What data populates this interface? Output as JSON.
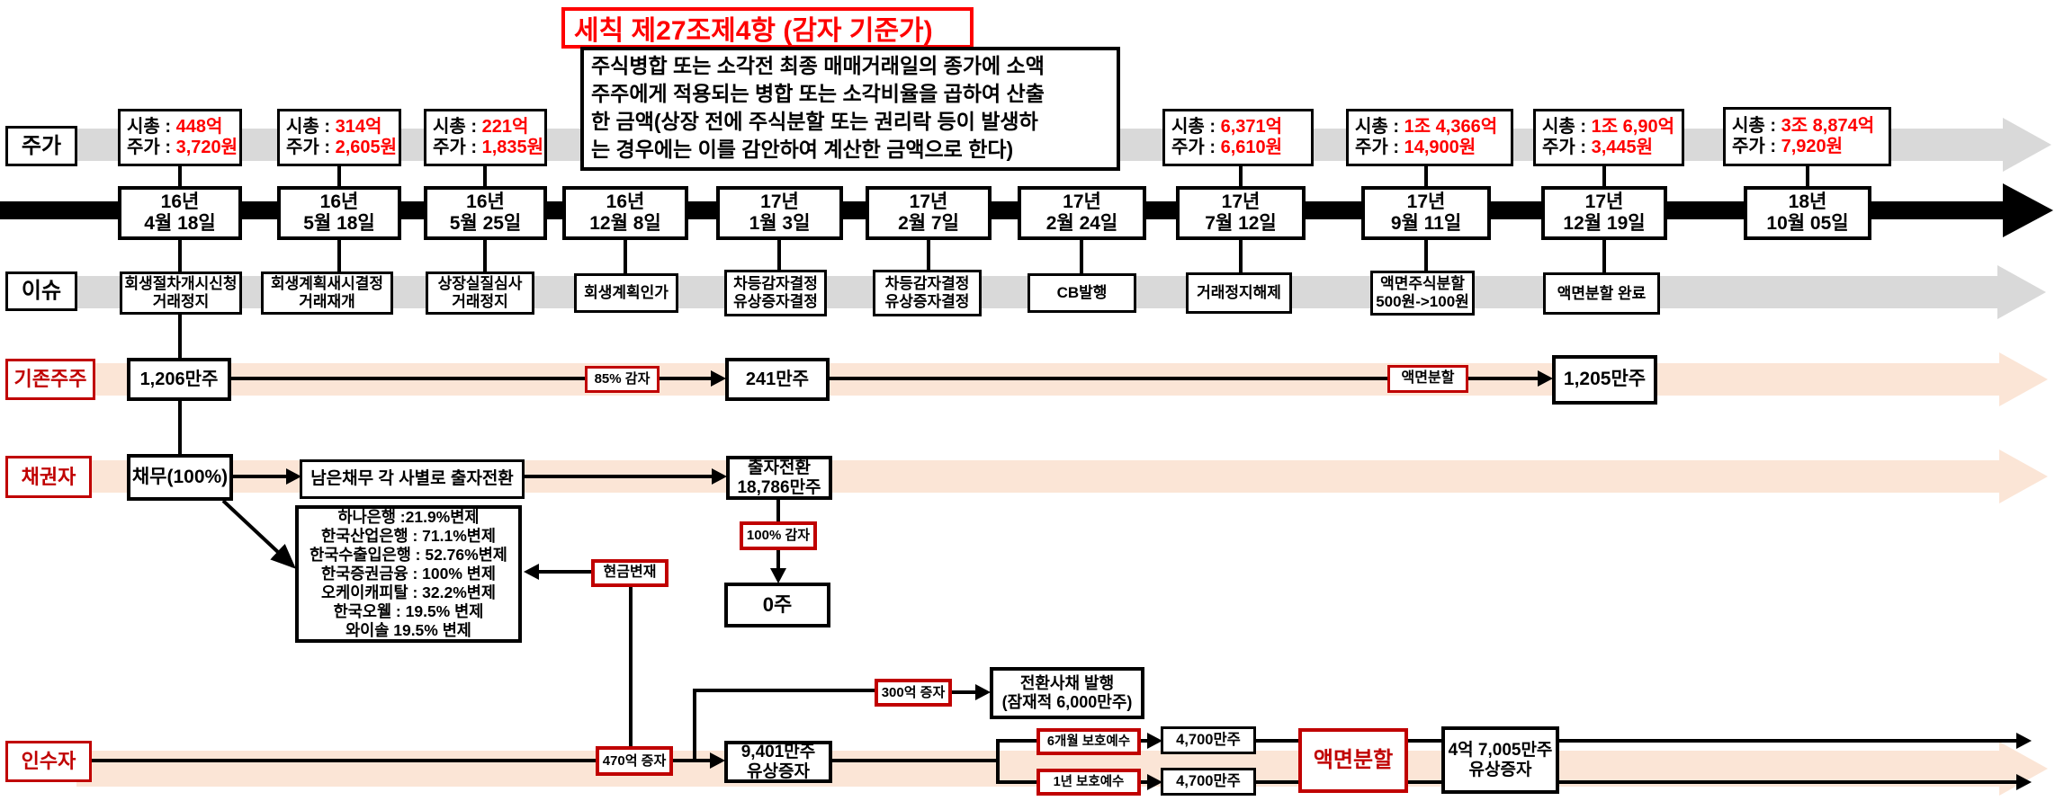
{
  "header": {
    "title": "세칙 제27조제4항 (감자 기준가)",
    "note_lines": [
      "주식병합 또는 소각전 최종 매매거래일의 종가에 소액",
      "주주에게 적용되는 병합 또는 소각비율을 곱하여 산출",
      "한 금액(상장 전에 주식분할 또는 권리락 등이 발생하",
      "는 경우에는 이를 감안하여 계산한 금액으로 한다)"
    ]
  },
  "row_labels": {
    "price": "주가",
    "issue": "이슈",
    "existing": "기존주주",
    "creditor": "채권자",
    "acquirer": "인수자"
  },
  "price_boxes": [
    {
      "mcap_label": "시총 : ",
      "mcap": "448억",
      "price_label": "주가 : ",
      "price": "3,720원"
    },
    {
      "mcap_label": "시총 : ",
      "mcap": "314억",
      "price_label": "주가 : ",
      "price": "2,605원"
    },
    {
      "mcap_label": "시총 : ",
      "mcap": "221억",
      "price_label": "주가 : ",
      "price": "1,835원"
    },
    {
      "mcap_label": "시총 : ",
      "mcap": "6,371억",
      "price_label": "주가 : ",
      "price": "6,610원"
    },
    {
      "mcap_label": "시총 : ",
      "mcap": "1조 4,366억",
      "price_label": "주가 : ",
      "price": "14,900원"
    },
    {
      "mcap_label": "시총 : ",
      "mcap": "1조 6,90억",
      "price_label": "주가 : ",
      "price": "3,445원"
    },
    {
      "mcap_label": "시총 : ",
      "mcap": "3조 8,874억",
      "price_label": "주가 : ",
      "price": "7,920원"
    }
  ],
  "dates": [
    {
      "year": "16년",
      "md": "4월 18일"
    },
    {
      "year": "16년",
      "md": "5월 18일"
    },
    {
      "year": "16년",
      "md": "5월 25일"
    },
    {
      "year": "16년",
      "md": "12월 8일"
    },
    {
      "year": "17년",
      "md": "1월 3일"
    },
    {
      "year": "17년",
      "md": "2월 7일"
    },
    {
      "year": "17년",
      "md": "2월 24일"
    },
    {
      "year": "17년",
      "md": "7월 12일"
    },
    {
      "year": "17년",
      "md": "9월 11일"
    },
    {
      "year": "17년",
      "md": "12월 19일"
    },
    {
      "year": "18년",
      "md": "10월 05일"
    }
  ],
  "issues": [
    {
      "line1": "회생절차개시신청",
      "line2": "거래정지"
    },
    {
      "line1": "회생계획새시결정",
      "line2": "거래재개"
    },
    {
      "line1": "상장실질심사",
      "line2": "거래정지"
    },
    {
      "line1": "회생계획인가",
      "line2": ""
    },
    {
      "line1": "차등감자결정",
      "line2": "유상증자결정"
    },
    {
      "line1": "차등감자결정",
      "line2": "유상증자결정"
    },
    {
      "line1": "CB발행",
      "line2": ""
    },
    {
      "line1": "거래정지해제",
      "line2": ""
    },
    {
      "line1": "액면주식분할",
      "line2": "500원->100원"
    },
    {
      "line1": "액면분할 완료",
      "line2": ""
    }
  ],
  "existing_row": {
    "start": "1,206만주",
    "reduction": "85% 감자",
    "after": "241만주",
    "split": "액면분할",
    "final": "1,205만주"
  },
  "creditor_row": {
    "debt": "채무(100%)",
    "swap_note": "남은채무 각 사별로 출자전환",
    "swap_line1": "출자전환",
    "swap_line2": "18,786만주",
    "reduction": "100% 감자",
    "zero": "0주",
    "cash": "현금변재",
    "banks": [
      "하나은행 :21.9%변제",
      "한국산업은행 : 71.1%변제",
      "한국수출입은행 : 52.76%변제",
      "한국증권금융 : 100% 변제",
      "오케이캐피탈 : 32.2%변제",
      "한국오웰 : 19.5% 변제",
      "와이솔 19.5% 변제"
    ]
  },
  "acquirer_row": {
    "capital_470": "470억 증자",
    "capital_300": "300억 증자",
    "cb_line1": "전환사채 발행",
    "cb_line2": "(잠재적 6,000만주)",
    "rights_line1": "9,401만주",
    "rights_line2": "유상증자",
    "lockup6": "6개월 보호예수",
    "lockup12": "1년 보호예수",
    "shares_top": "4,700만주",
    "shares_bottom": "4,700만주",
    "split": "액면분할",
    "final_line1": "4억 7,005만주",
    "final_line2": "유상증자"
  },
  "colors": {
    "accent_red": "#c00000",
    "bright_red": "#ff0000",
    "band_gray": "#d9d9d9",
    "band_peach": "#fbe5d6",
    "timeline_black": "#000000"
  }
}
